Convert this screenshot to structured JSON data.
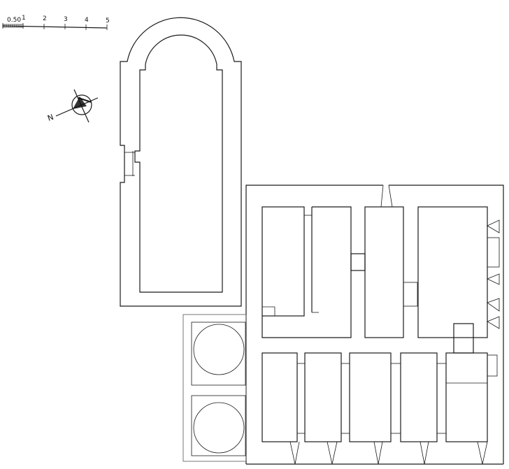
{
  "scale_bar": {
    "labels": [
      "0.50",
      "1",
      "2",
      "3",
      "4",
      "5"
    ]
  },
  "north_arrow": {
    "label": "N"
  }
}
